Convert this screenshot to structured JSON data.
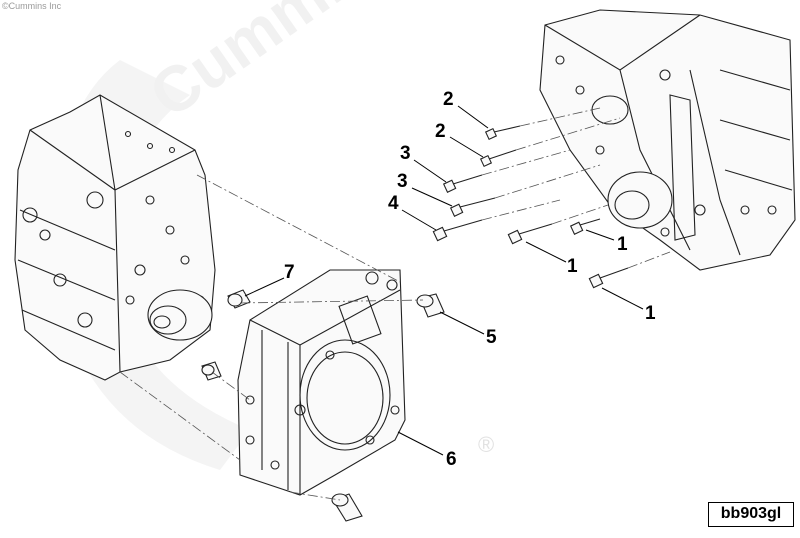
{
  "copyright": "©Cummins Inc",
  "watermark": {
    "brand": "Cummins",
    "registered_mark": "®"
  },
  "figure_id": "bb903gl",
  "callouts": [
    {
      "label": "2"
    },
    {
      "label": "2"
    },
    {
      "label": "3"
    },
    {
      "label": "3"
    },
    {
      "label": "4"
    },
    {
      "label": "1"
    },
    {
      "label": "1"
    },
    {
      "label": "1"
    },
    {
      "label": "7"
    },
    {
      "label": "5"
    },
    {
      "label": "6"
    }
  ],
  "colors": {
    "line": "#222222",
    "watermark": "#f1f1f1"
  }
}
